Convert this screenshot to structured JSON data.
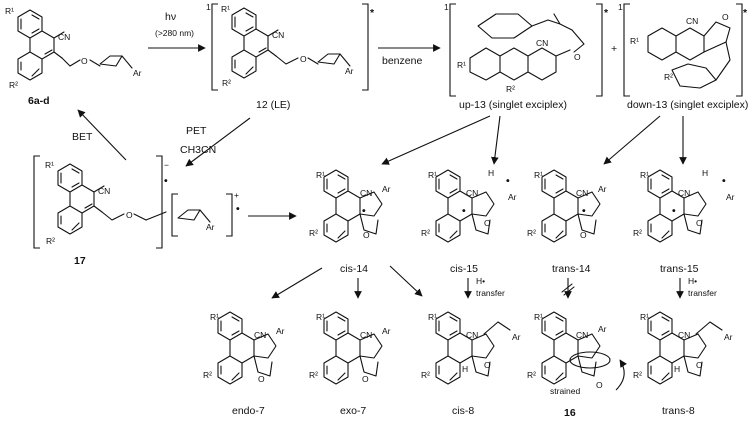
{
  "conditions": {
    "irradiation_top": "hν",
    "irradiation_bottom": "(>280 nm)",
    "solvent_benzene": "benzene",
    "pet": "PET",
    "acetonitrile": "CH3CN",
    "bet": "BET",
    "h_transfer_top": "H•",
    "h_transfer_bottom": "transfer"
  },
  "compounds": {
    "start": "6a-d",
    "le": "12 (LE)",
    "up_exciplex": "up-13 (singlet exciplex)",
    "down_exciplex": "down-13 (singlet exciplex)",
    "radical_ion_pair": "17",
    "cis14": "cis-14",
    "cis15": "cis-15",
    "trans14": "trans-14",
    "trans15": "trans-15",
    "endo7": "endo-7",
    "exo7": "exo-7",
    "cis8": "cis-8",
    "strained": "16",
    "trans8": "trans-8"
  },
  "annotations": {
    "strained": "strained",
    "excited": "*",
    "singlet": "1",
    "radical": "•",
    "anion": "−",
    "cation": "+"
  },
  "substituents": {
    "r1": "R¹",
    "r2": "R²",
    "cn": "CN",
    "ar": "Ar",
    "o": "O",
    "h": "H"
  },
  "colors": {
    "ink": "#111111",
    "background": "#ffffff"
  }
}
